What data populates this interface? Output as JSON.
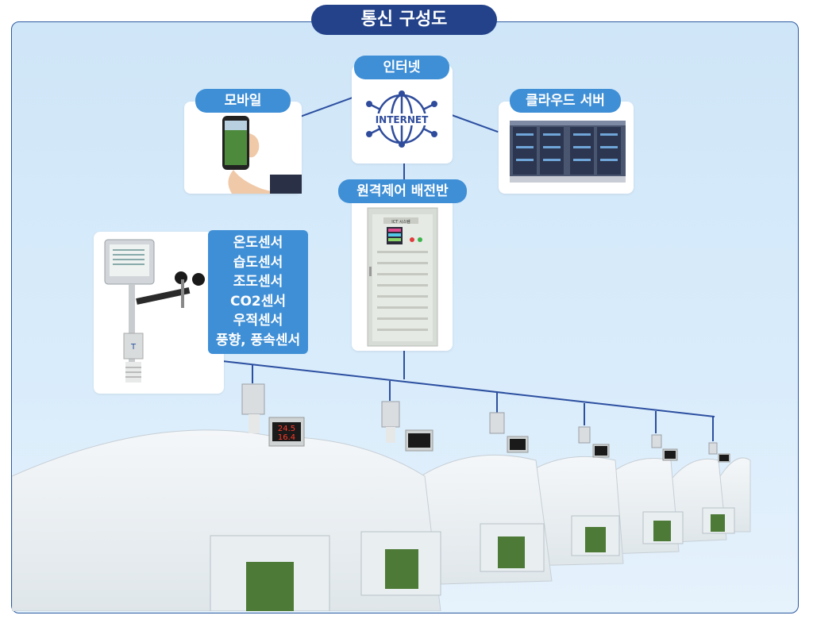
{
  "title": "통신 구성도",
  "nodes": {
    "mobile": "모바일",
    "internet": "인터넷",
    "internet_icon_text": "INTERNET",
    "cloud": "클라우드 서버",
    "panel": "원격제어 배전반",
    "panel_label": "ICT 시스템"
  },
  "sensors": [
    "온도센서",
    "습도센서",
    "조도센서",
    "CO2센서",
    "우적센서",
    "풍향, 풍속센서"
  ],
  "display": {
    "line1": "24.5",
    "line2": "16.4"
  },
  "colors": {
    "title_bg": "#23428a",
    "pill_bg": "#3f8fd6",
    "line": "#2c4fa0",
    "bg": "#d3e8f9"
  }
}
